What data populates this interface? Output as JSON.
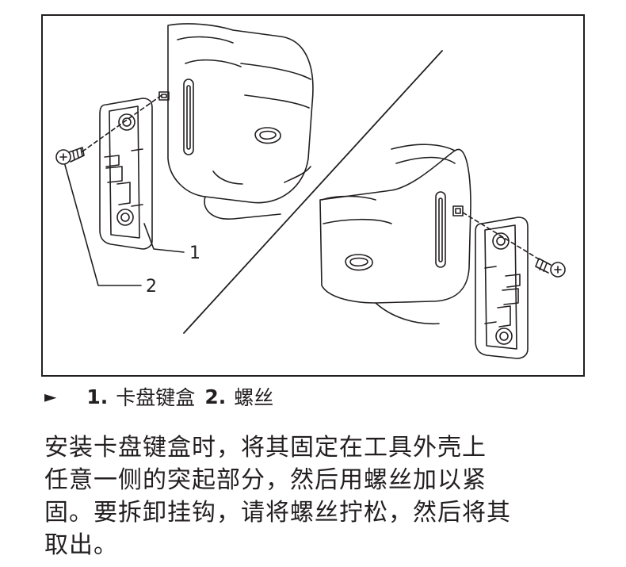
{
  "figure": {
    "callouts": [
      {
        "number": "1"
      },
      {
        "number": "2"
      }
    ]
  },
  "caption": {
    "marker": "►",
    "items": [
      {
        "number": "1.",
        "label": "卡盘键盒"
      },
      {
        "number": "2.",
        "label": "螺丝"
      }
    ]
  },
  "body": {
    "lines": [
      "安装卡盘键盒时，将其固定在工具外壳上",
      "任意一侧的突起部分，然后用螺丝加以紧",
      "固。要拆卸挂钩，请将螺丝拧松，然后将其",
      "取出。"
    ]
  }
}
